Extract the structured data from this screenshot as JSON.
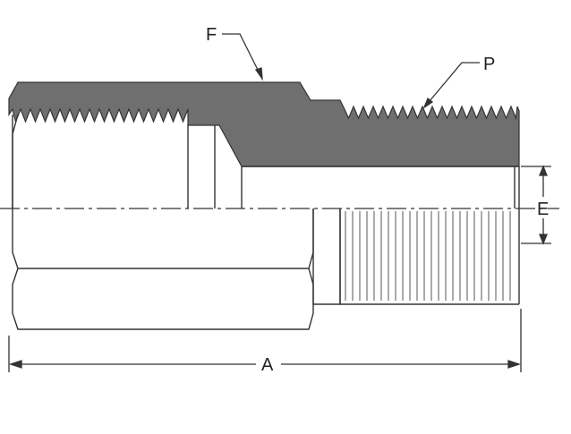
{
  "diagram": {
    "kind": "pipe adapter cross-section, female NPT to male NPT",
    "labels": {
      "female_thread": "F",
      "male_thread": "P",
      "bore": "E",
      "overall_length": "A"
    },
    "colors": {
      "section_fill": "#6f6f6f",
      "outline": "#333333",
      "background": "#ffffff"
    }
  }
}
